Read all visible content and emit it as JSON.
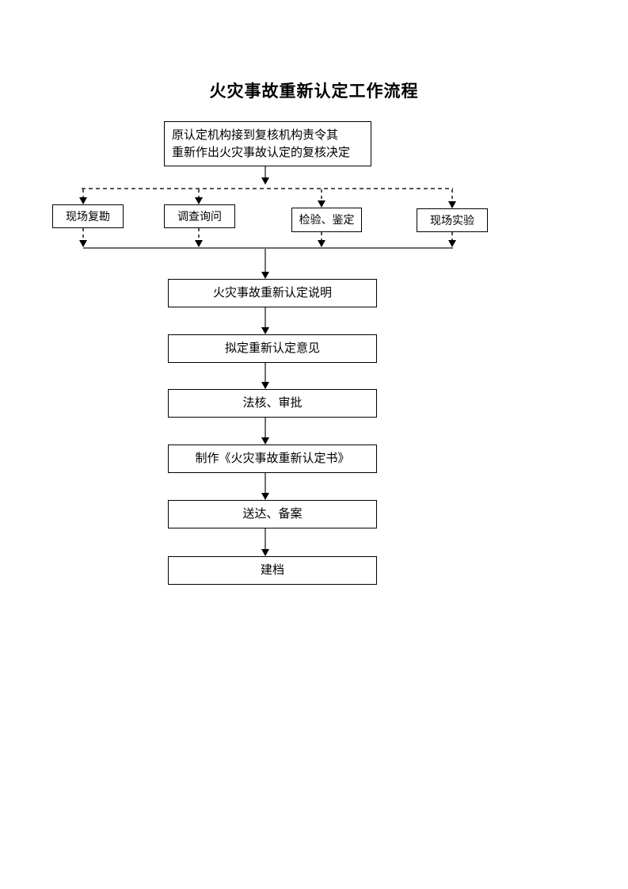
{
  "title": "火灾事故重新认定工作流程",
  "flow": {
    "start": {
      "line1": "原认定机构接到复核机构责令其",
      "line2": "重新作出火灾事故认定的复核决定"
    },
    "branches": [
      {
        "label": "现场复勘"
      },
      {
        "label": "调查询问"
      },
      {
        "label": "检验、鉴定"
      },
      {
        "label": "现场实验"
      }
    ],
    "sequence": [
      {
        "label": "火灾事故重新认定说明"
      },
      {
        "label": "拟定重新认定意见"
      },
      {
        "label": "法核、审批"
      },
      {
        "label": "制作《火灾事故重新认定书》"
      },
      {
        "label": "送达、备案"
      },
      {
        "label": "建档"
      }
    ]
  },
  "colors": {
    "page_background": "#ffffff",
    "box_border": "#000000",
    "text": "#000000",
    "solid_connector": "#6e6e6e",
    "dashed_connector": "#555555",
    "arrowhead": "#000000"
  }
}
